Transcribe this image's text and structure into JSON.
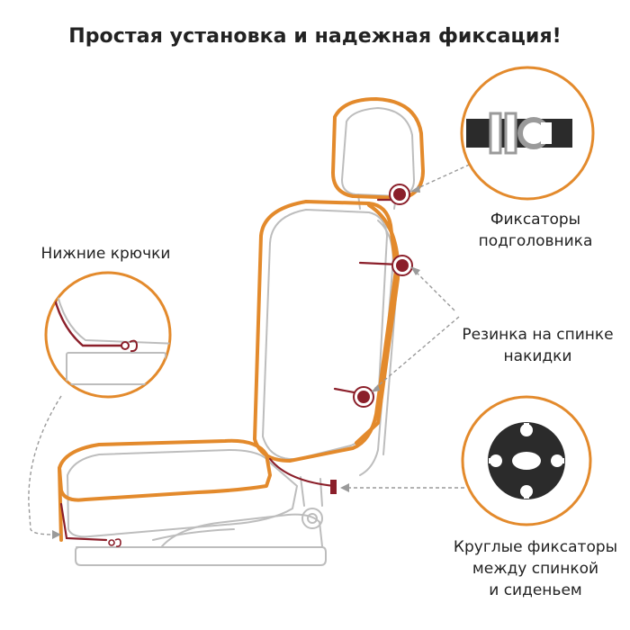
{
  "title": "Простая установка и надежная фиксация!",
  "labels": {
    "lower_hooks": "Нижние крючки",
    "headrest_clips_line1": "Фиксаторы",
    "headrest_clips_line2": "подголовника",
    "back_band_line1": "Резинка на спинке",
    "back_band_line2": "накидки",
    "round_clips_line1": "Круглые фиксаторы",
    "round_clips_line2": "между спинкой",
    "round_clips_line3": "и сиденьем"
  },
  "colors": {
    "outline": "#e38a2c",
    "marker": "#8b1f2a",
    "seat_line": "#bfbfbf",
    "callout_border": "#e38a2c",
    "leader": "#999999",
    "clip_icon": "#2b2b2b"
  },
  "icons": {
    "headrest_clip": "buckle-clip-icon",
    "round_clip": "round-clip-icon",
    "hook": "hook-icon"
  }
}
